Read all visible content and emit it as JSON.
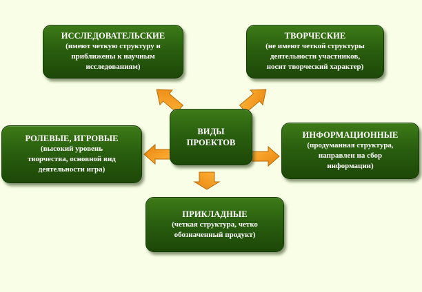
{
  "center": {
    "line1": "ВИДЫ",
    "line2": "ПРОЕКТОВ"
  },
  "boxes": {
    "research": {
      "title": "ИССЛЕДОВАТЕЛЬСКИЕ",
      "desc": [
        "(имеют четкую структуру и",
        "приближены к научным",
        "исследованиям)"
      ]
    },
    "creative": {
      "title": "ТВОРЧЕСКИЕ",
      "desc": [
        "(не имеют четкой структуры",
        "деятельности участников,",
        "носит творческий характер)"
      ]
    },
    "roleplay": {
      "title": "РОЛЕВЫЕ, ИГРОВЫЕ",
      "desc": [
        "(высокий уровень",
        "творчества, основной вид",
        "деятельности игра)"
      ]
    },
    "informational": {
      "title": "ИНФОРМАЦИОННЫЕ",
      "desc": [
        "(продуманная структура,",
        "направлен на сбор",
        "информации)"
      ]
    },
    "applied": {
      "title": "ПРИКЛАДНЫЕ",
      "desc": [
        "(четкая структура, четко",
        "обозначенный продукт)"
      ]
    }
  },
  "colors": {
    "box_dark": "#1d4808",
    "box_light": "#3d7a17",
    "arrow_fill": "#f59a1c",
    "arrow_stroke": "#b86a0a",
    "background": "#f8ffe6"
  }
}
